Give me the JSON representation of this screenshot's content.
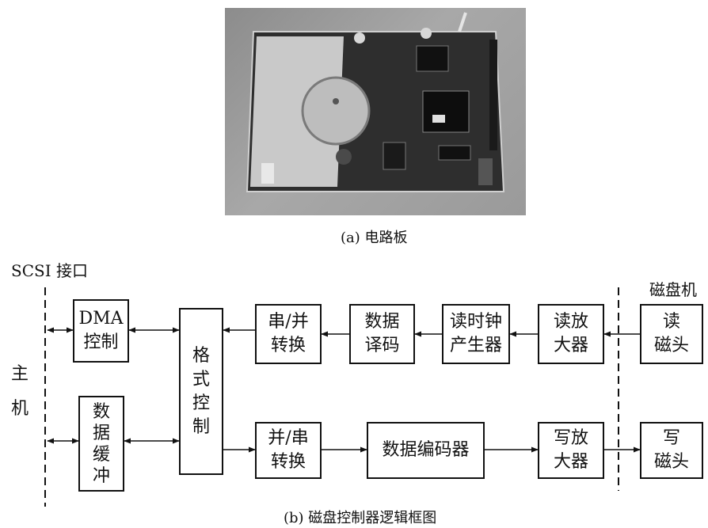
{
  "captions": {
    "a": "(a) 电路板",
    "b": "(b) 磁盘控制器逻辑框图"
  },
  "labels": {
    "scsi": "SCSI 接口",
    "host": "主\n\n机",
    "disk": "磁盘机"
  },
  "boxes": {
    "dma": "DMA\n控制",
    "buffer": "数\n据\n缓\n冲",
    "format": "格\n式\n控\n制",
    "s2p": "串/并\n转换",
    "decode": "数据\n译码",
    "clock": "读时钟\n产生器",
    "read_amp": "读放\n大器",
    "read_head": "读\n磁头",
    "p2s": "并/串\n转换",
    "encoder": "数据编码器",
    "write_amp": "写放\n大器",
    "write_head": "写\n磁头"
  }
}
